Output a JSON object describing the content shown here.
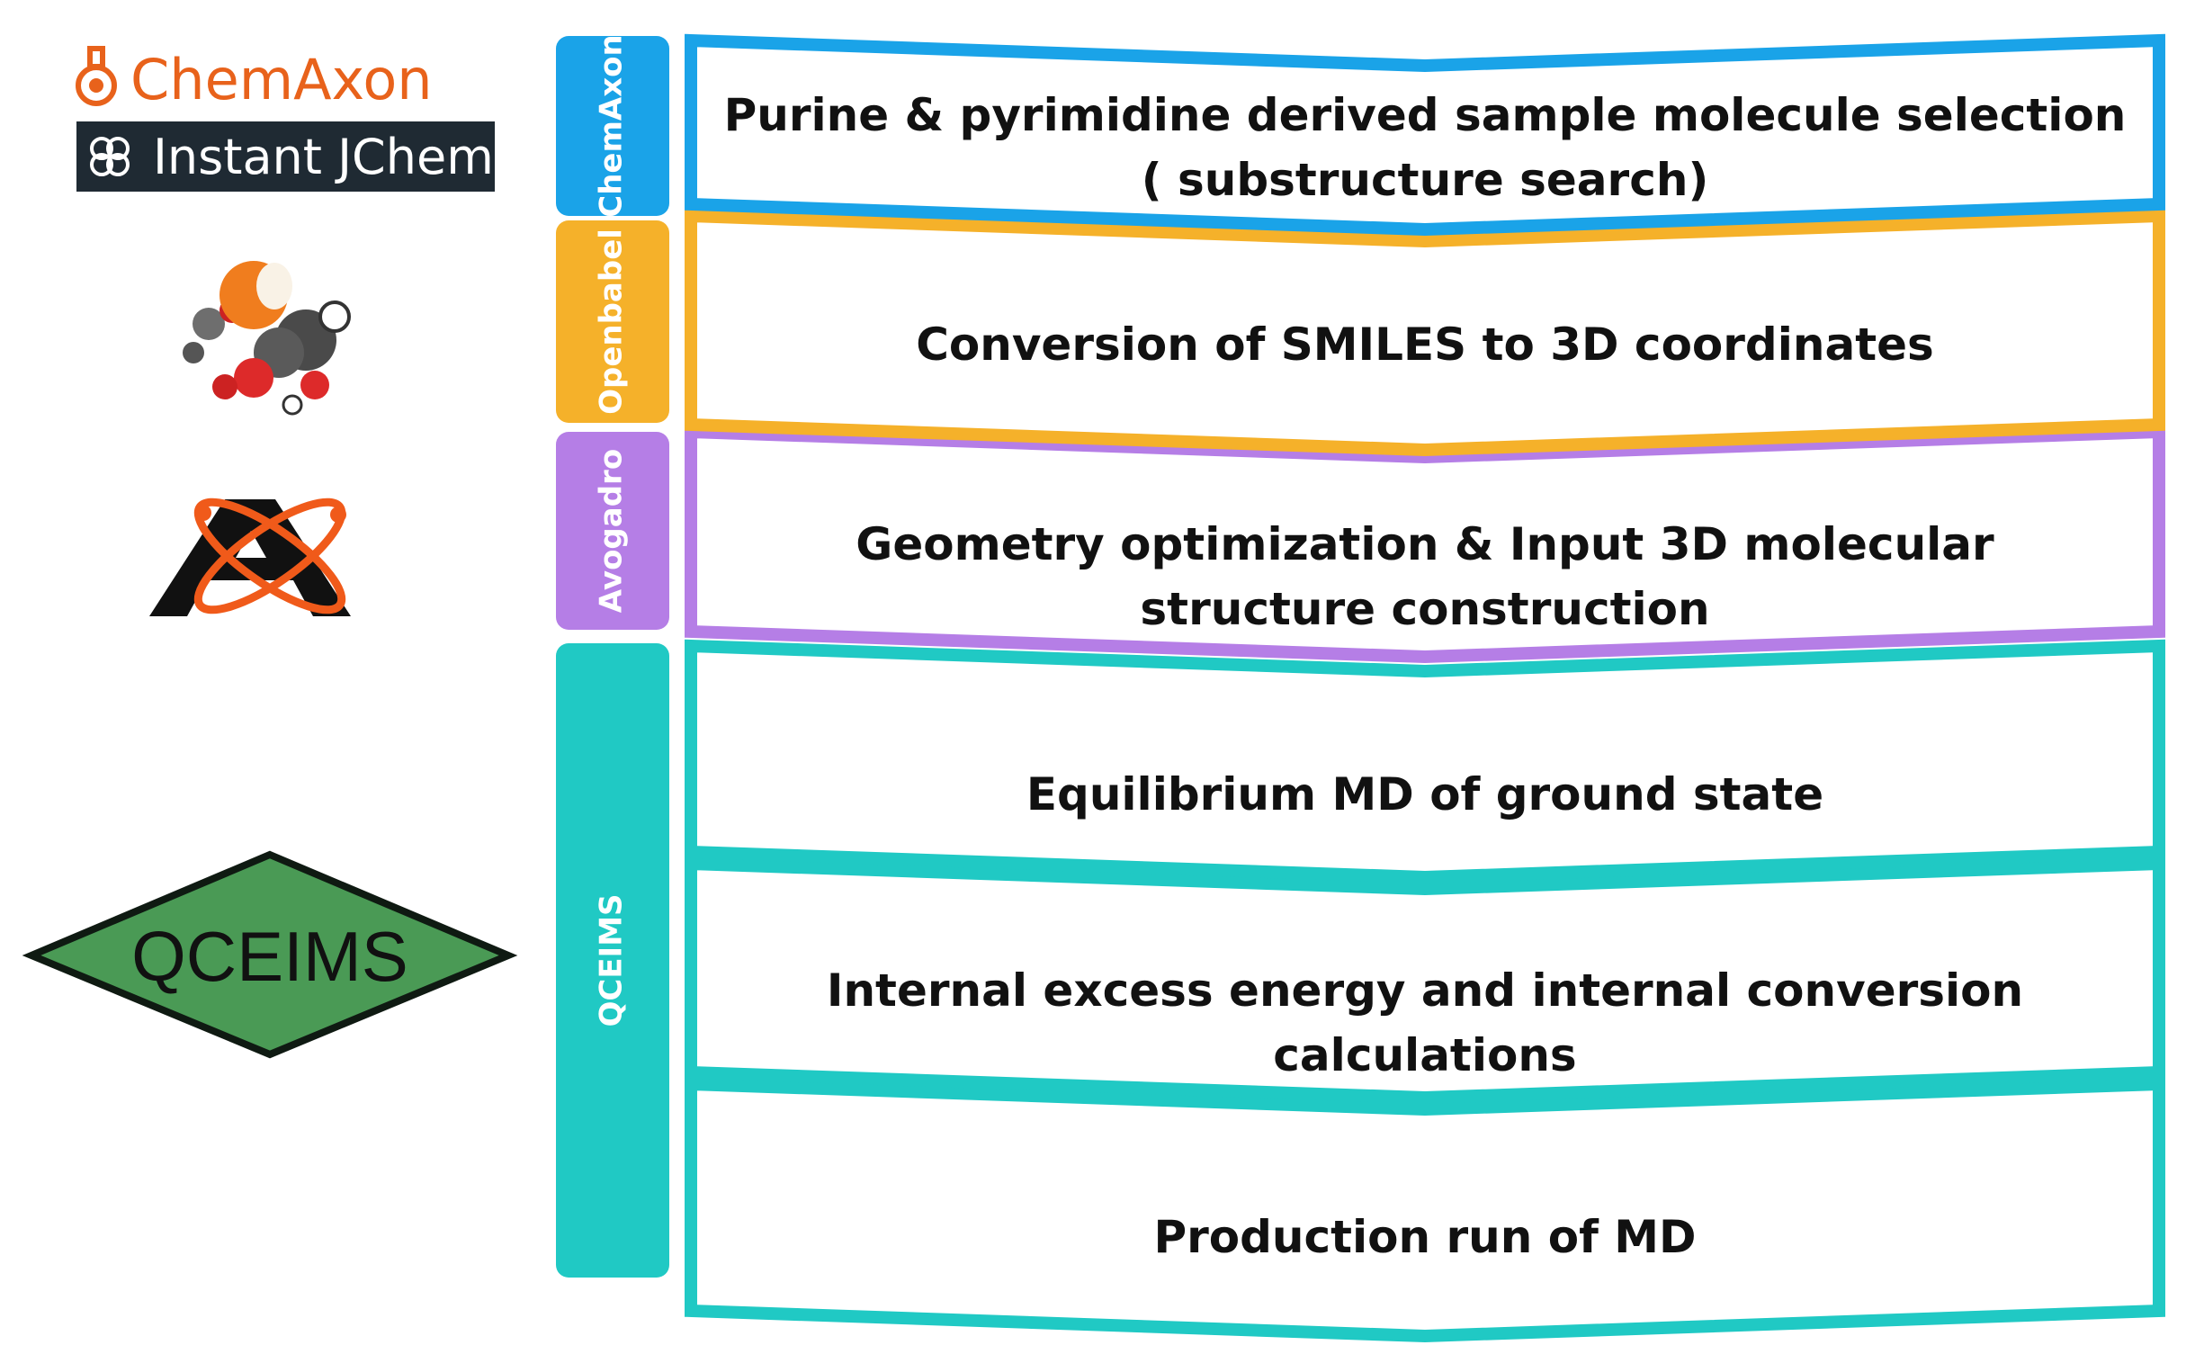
{
  "logos": {
    "chemaxon": "ChemAxon",
    "instant_jchem": "Instant JChem",
    "qceims": "QCEIMS",
    "openbabel_icon": "openbabel-molecule-icon",
    "avogadro_icon": "avogadro-atom-icon",
    "chemaxon_icon": "flask-icon",
    "jchem_icon": "flower-icon"
  },
  "tools": [
    {
      "label": "ChemAxon",
      "color": "#1aa3e8"
    },
    {
      "label": "Openbabel",
      "color": "#f5b12a"
    },
    {
      "label": "Avogadro",
      "color": "#b57ee6"
    },
    {
      "label": "QCEIMS",
      "color": "#20c9c4"
    }
  ],
  "steps": [
    {
      "lines": [
        "Purine & pyrimidine derived sample molecule selection",
        "( substructure search)"
      ],
      "color": "#1aa3e8"
    },
    {
      "lines": [
        "Conversion of SMILES to 3D coordinates"
      ],
      "color": "#f5b12a"
    },
    {
      "lines": [
        "Geometry optimization & Input 3D molecular",
        "structure construction"
      ],
      "color": "#b57ee6"
    },
    {
      "lines": [
        "Equilibrium MD of ground state"
      ],
      "color": "#20c9c4"
    },
    {
      "lines": [
        "Internal excess energy and internal conversion",
        "calculations"
      ],
      "color": "#20c9c4"
    },
    {
      "lines": [
        "Production run of MD"
      ],
      "color": "#20c9c4"
    }
  ]
}
